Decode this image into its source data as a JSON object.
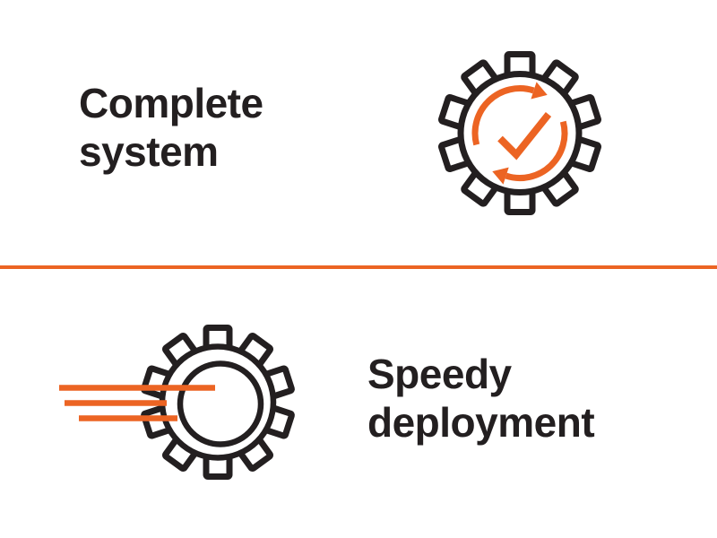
{
  "colors": {
    "orange": "#EC6423",
    "ink": "#231F20",
    "background": "#FFFFFF"
  },
  "features": [
    {
      "title_lines": [
        "Complete",
        "system"
      ],
      "icon": "gear-sync-check-icon",
      "icon_description": "gear outline with orange circular refresh arrows and checkmark"
    },
    {
      "title_lines": [
        "Speedy",
        "deployment"
      ],
      "icon": "gear-speed-lines-icon",
      "icon_description": "gear outline with orange horizontal speed lines"
    }
  ],
  "divider": {
    "name": "orange-horizontal-divider"
  }
}
